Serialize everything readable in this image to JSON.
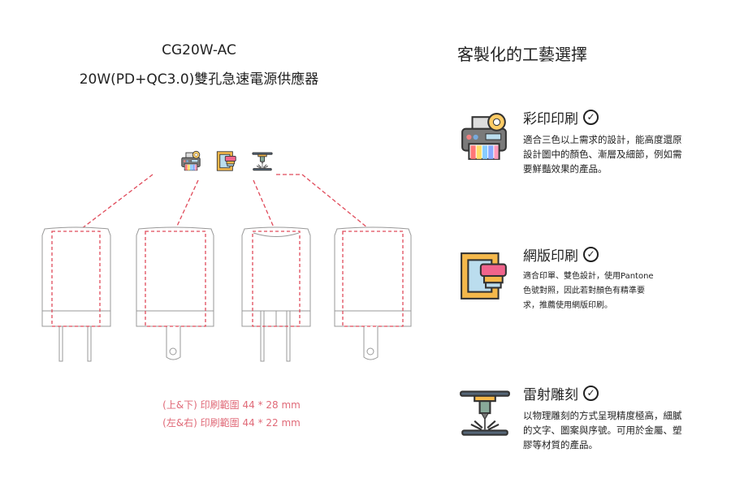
{
  "product": {
    "model": "CG20W-AC",
    "name": "20W(PD+QC3.0)雙孔急速電源供應器"
  },
  "right_heading": "客製化的工藝選擇",
  "sections": [
    {
      "title": "彩印印刷",
      "icon": "color-printer-icon",
      "desc": "適合三色以上需求的設計，能高度還原設計圖中的顏色、漸層及細節，例如需要鮮豔效果的產品。"
    },
    {
      "title": "網版印刷",
      "icon": "screen-print-icon",
      "desc": "適合印單、雙色設計，使用Pantone色號對照，因此若對顏色有精準要求，推薦使用網版印刷。"
    },
    {
      "title": "雷射雕刻",
      "icon": "laser-engraving-icon",
      "desc": "以物理雕刻的方式呈現精度極高，細膩的文字、圖案與序號。可用於金屬、塑膠等材質的產品。"
    }
  ],
  "captions": [
    "(上&下) 印刷範圍 44 * 28 mm",
    "(左&右) 印刷範圍 44 * 22 mm"
  ],
  "colors": {
    "dash": "#e04a5a",
    "caption": "#e06a78",
    "outline": "#888888"
  }
}
